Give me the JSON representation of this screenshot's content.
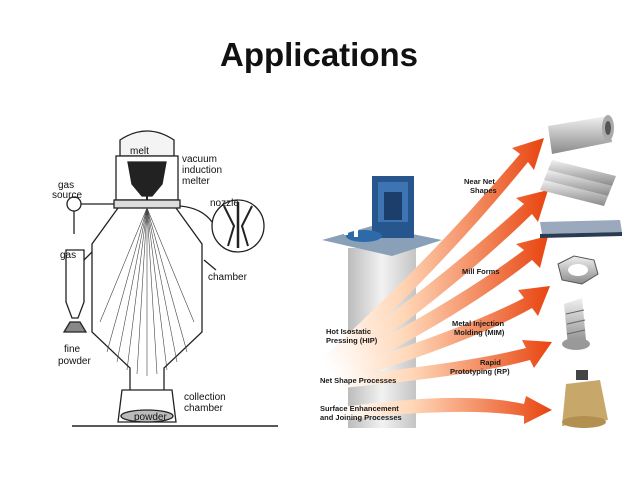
{
  "slide": {
    "title": "Applications"
  },
  "atomizer": {
    "labels": {
      "melt": "melt",
      "vacuum_1": "vacuum",
      "vacuum_2": "induction",
      "vacuum_3": "melter",
      "gas_source_1": "gas",
      "gas_source_2": "source",
      "nozzle": "nozzle",
      "gas": "gas",
      "chamber": "chamber",
      "fine_powder_1": "fine",
      "fine_powder_2": "powder",
      "collection_1": "collection",
      "collection_2": "chamber",
      "powder": "powder"
    }
  },
  "applications": {
    "colors": {
      "arrow_dark": "#e8440f",
      "arrow_light": "#ffd7b8",
      "pillar": "#d9d9d9",
      "machine": "#27568f"
    },
    "sources": [
      {
        "line1": "Hot Isostatic",
        "line2": "Pressing (HIP)"
      },
      {
        "line1": "Net Shape Processes",
        "line2": ""
      },
      {
        "line1": "Surface Enhancement",
        "line2": "and Joining Processes"
      }
    ],
    "arrow_labels": [
      {
        "line1": "Near Net",
        "line2": "Shapes"
      },
      {
        "line1": "Mill Forms",
        "line2": ""
      },
      {
        "line1": "Metal Injection",
        "line2": "Molding (MIM)"
      },
      {
        "line1": "Rapid",
        "line2": "Prototyping (RP)"
      }
    ],
    "products": [
      "tube-icon",
      "bars-icon",
      "plate-icon",
      "nut-icon",
      "mim-part-icon",
      "coated-part-icon"
    ]
  }
}
